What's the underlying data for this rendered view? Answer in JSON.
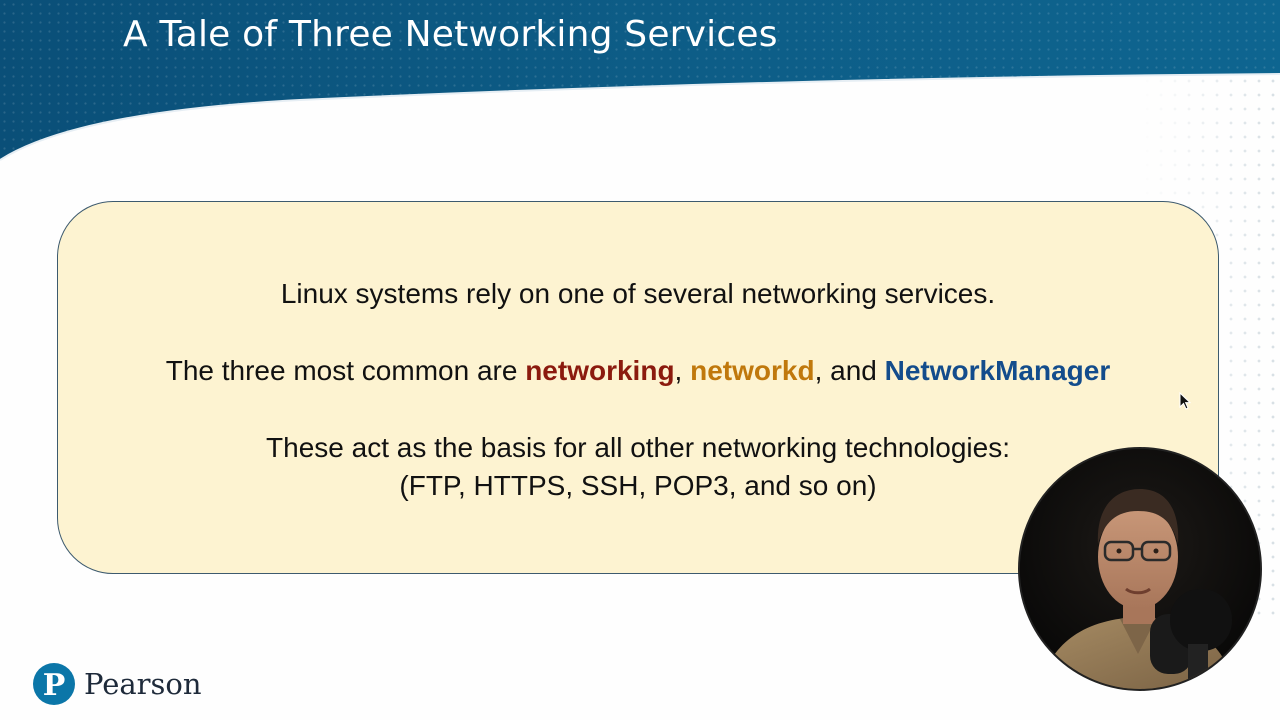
{
  "slide": {
    "title": "A Tale of Three Networking Services",
    "line1": "Linux systems rely on one of several networking services.",
    "line2": {
      "prefix": "The three most common are ",
      "kw1": "networking",
      "sep1": ", ",
      "kw2": "networkd",
      "sep2": ", and ",
      "kw3": "NetworkManager"
    },
    "line3": "These act as the basis for all other networking technologies:",
    "line4": "(FTP, HTTPS, SSH, POP3, and so on)"
  },
  "branding": {
    "logo_text": "Pearson"
  },
  "colors": {
    "header_blue": "#0d5a82",
    "box_fill": "#fdf3d1",
    "keyword_networking": "#8b1a0e",
    "keyword_networkd": "#c0780c",
    "keyword_networkmanager": "#134c8c"
  },
  "icons": {
    "cursor": "mouse-pointer-icon",
    "logo": "pearson-logo-icon"
  }
}
